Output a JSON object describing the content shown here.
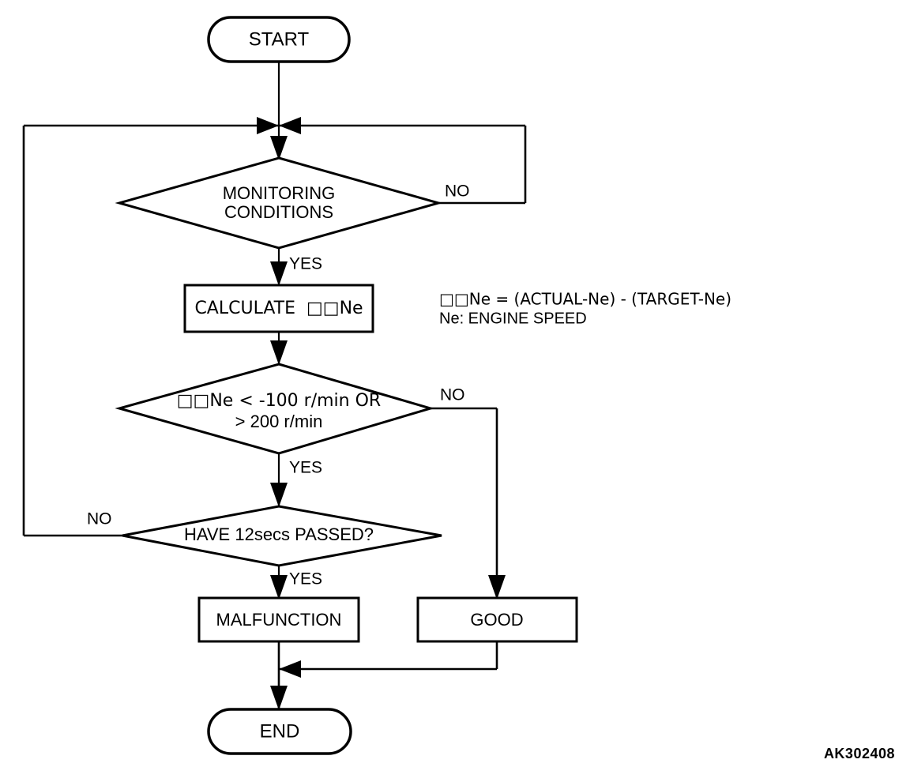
{
  "diagram": {
    "kind": "flowchart",
    "title_code": "AK302408",
    "nodes": {
      "start": {
        "label": "START",
        "shape": "terminator"
      },
      "monitoring": {
        "label_line1": "MONITORING",
        "label_line2": "CONDITIONS",
        "shape": "decision"
      },
      "calculate": {
        "label": "CALCULATE  □□Ne",
        "shape": "process"
      },
      "threshold": {
        "label_line1": "□□Ne < -100 r/min OR",
        "label_line2": "> 200 r/min",
        "shape": "decision"
      },
      "timer": {
        "label": "HAVE 12secs PASSED?",
        "shape": "decision"
      },
      "malfunction": {
        "label": "MALFUNCTION",
        "shape": "process"
      },
      "good": {
        "label": "GOOD",
        "shape": "process"
      },
      "end": {
        "label": "END",
        "shape": "terminator"
      }
    },
    "branch_labels": {
      "monitoring_no": "NO",
      "monitoring_yes": "YES",
      "threshold_no": "NO",
      "threshold_yes": "YES",
      "timer_no": "NO",
      "timer_yes": "YES"
    },
    "notes": {
      "line1": "□□Ne = (ACTUAL-Ne) - (TARGET-Ne)",
      "line2": "Ne: ENGINE SPEED"
    },
    "colors": {
      "stroke": "#000000",
      "fill": "#ffffff",
      "background": "#ffffff"
    }
  }
}
